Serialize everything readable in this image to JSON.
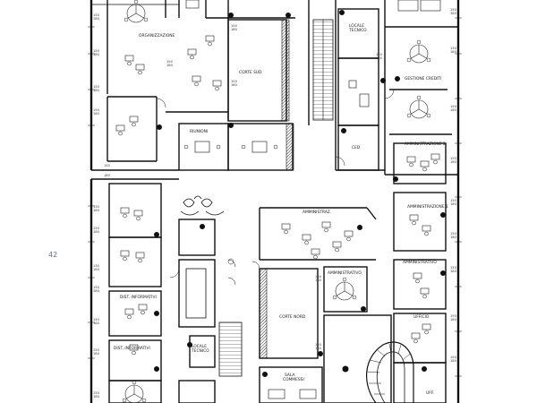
{
  "floorplan": {
    "margin_note": "42",
    "rooms": {
      "organizzazione": "ORGANIZZAZIONE",
      "corte_sud": "CORTE SUD",
      "riunioni": "RIUNIONI",
      "locale_tecnico_top": "LOCALE\nTECNICO",
      "ced": "CED",
      "gestione_crediti": "GESTIONE CREDITI",
      "amministrazione_2": "AMMINISTRAZIONE 2",
      "amministrazione_1": "AMMINISTRAZIONE 1",
      "amministrazione_center": "AMMINISTRAZ.",
      "amministrazione_small": "AMMINISTRATIVO",
      "amministrazione_right": "AMMINISTRATIVO",
      "dist_informativi_1": "DIST. INFORMATIVI",
      "dist_informativi_2": "DIST. INFORMATIVI",
      "corte_nord": "CORTE NORD",
      "locale_tecnico_bottom": "LOCALE\nTECNICO",
      "sala_commessi": "SALA\nCOMMESSI",
      "ufficio": "UFFICIO",
      "ufficio_bottom": "UFF."
    },
    "dimensions": {
      "top_a": "150\n180",
      "top_b": "150\n180",
      "mid": "150\n180",
      "side": "150\n180",
      "short": "130\n180",
      "small": "150\n180"
    }
  }
}
